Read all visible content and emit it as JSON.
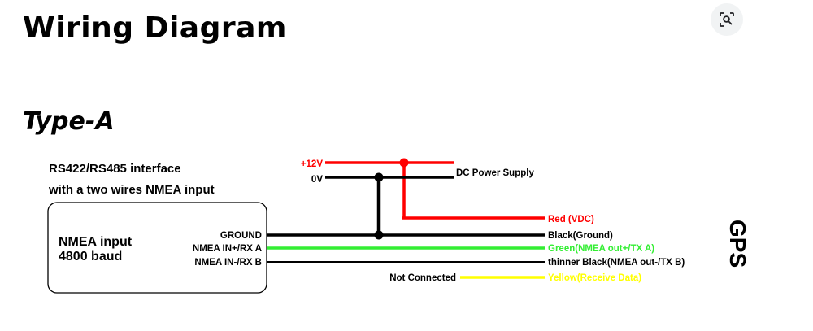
{
  "title": "Wiring Diagram",
  "subtitle": "Type-A",
  "lens_button": {
    "icon": "image-search-icon"
  },
  "diagram": {
    "interface_line1": "RS422/RS485 interface",
    "interface_line2": "with a two wires NMEA input",
    "box_line1": "NMEA input",
    "box_line2": "4800 baud",
    "pins": {
      "ground": "GROUND",
      "in_plus": "NMEA IN+/RX A",
      "in_minus": "NMEA IN-/RX B"
    },
    "not_connected": "Not Connected",
    "supply": {
      "plus12v": "+12V",
      "zero_v": "0V",
      "dc_label": "DC Power Supply"
    },
    "wires": {
      "red": "Red (VDC)",
      "black": "Black(Ground)",
      "green": "Green(NMEA out+/TX A)",
      "thin_black": "thinner Black(NMEA out-/TX B)",
      "yellow": "Yellow(Receive Data)"
    },
    "gps_label": "GPS",
    "colors": {
      "red": "#ff0000",
      "black": "#000000",
      "green": "#33ee33",
      "yellow": "#ffff00"
    }
  }
}
